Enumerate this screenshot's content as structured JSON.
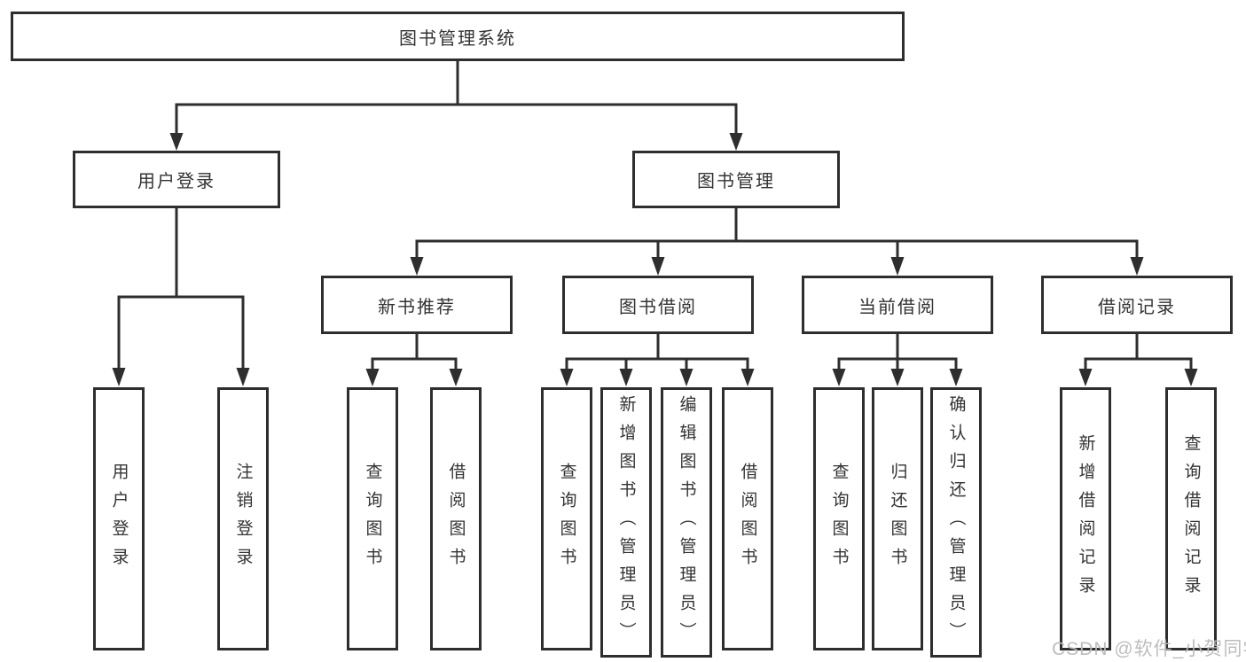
{
  "tree": {
    "root": {
      "label": "图书管理系统",
      "children": [
        {
          "label": "用户登录",
          "children": [
            {
              "label": "用户登录"
            },
            {
              "label": "注销登录"
            }
          ]
        },
        {
          "label": "图书管理",
          "children": [
            {
              "label": "新书推荐",
              "children": [
                {
                  "label": "查询图书"
                },
                {
                  "label": "借阅图书"
                }
              ]
            },
            {
              "label": "图书借阅",
              "children": [
                {
                  "label": "查询图书"
                },
                {
                  "label": "新增图书（管理员）"
                },
                {
                  "label": "编辑图书（管理员）"
                },
                {
                  "label": "借阅图书"
                }
              ]
            },
            {
              "label": "当前借阅",
              "children": [
                {
                  "label": "查询图书"
                },
                {
                  "label": "归还图书"
                },
                {
                  "label": "确认归还（管理员）"
                }
              ]
            },
            {
              "label": "借阅记录",
              "children": [
                {
                  "label": "新增借阅记录"
                },
                {
                  "label": "查询借阅记录"
                }
              ]
            }
          ]
        }
      ]
    }
  },
  "watermark": {
    "text": "CSDN @软件_小贺同学"
  },
  "colors": {
    "line": "#2e2e2e",
    "text": "#333333",
    "box_background": "#ffffff",
    "page_background": "#ffffff",
    "watermark": "#b9b9b9"
  }
}
